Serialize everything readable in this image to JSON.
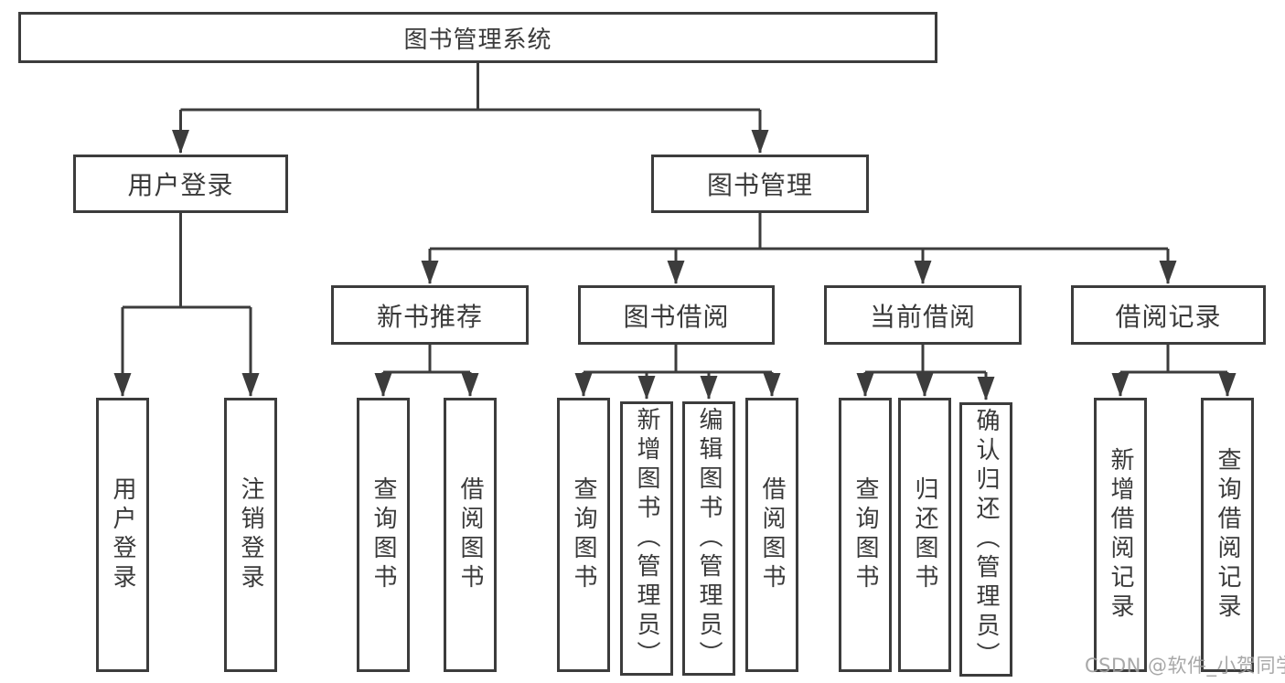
{
  "root": {
    "label": "图书管理系统"
  },
  "branches": {
    "login": {
      "label": "用户登录",
      "children": [
        {
          "label": "用户登录"
        },
        {
          "label": "注销登录"
        }
      ]
    },
    "management": {
      "label": "图书管理",
      "sections": {
        "new_book": {
          "label": "新书推荐",
          "children": [
            {
              "label": "查询图书"
            },
            {
              "label": "借阅图书"
            }
          ]
        },
        "borrowing": {
          "label": "图书借阅",
          "children": [
            {
              "label": "查询图书"
            },
            {
              "label": "新增图书（管理员）"
            },
            {
              "label": "编辑图书（管理员）"
            },
            {
              "label": "借阅图书"
            }
          ]
        },
        "current": {
          "label": "当前借阅",
          "children": [
            {
              "label": "查询图书"
            },
            {
              "label": "归还图书"
            },
            {
              "label": "确认归还（管理员）"
            }
          ]
        },
        "records": {
          "label": "借阅记录",
          "children": [
            {
              "label": "新增借阅记录"
            },
            {
              "label": "查询借阅记录"
            }
          ]
        }
      }
    }
  },
  "watermark": "CSDN @软件_小贺同学",
  "colors": {
    "line": "#3c3c3c",
    "text": "#3a3a3a",
    "watermark": "#9e9e9e"
  }
}
